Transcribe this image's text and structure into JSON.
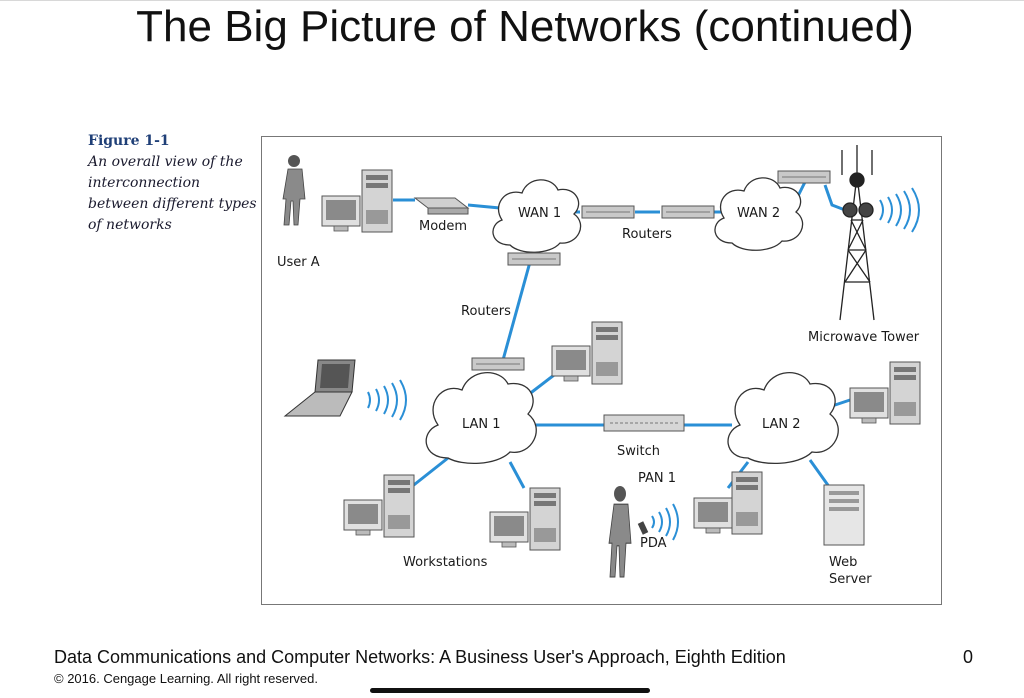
{
  "slide": {
    "title": "The Big Picture of Networks (continued)",
    "footer": "Data Communications and Computer Networks: A Business User's Approach, Eighth Edition",
    "page_number": "0",
    "copyright": "© 2016. Cengage Learning. All right reserved."
  },
  "figure": {
    "number": "Figure 1-1",
    "caption": "An overall view of the interconnection between different types of networks",
    "labels": {
      "user_a": "User A",
      "modem": "Modem",
      "wan1": "WAN 1",
      "wan2": "WAN 2",
      "routers_top": "Routers",
      "routers_left": "Routers",
      "microwave_tower": "Microwave Tower",
      "lan1": "LAN 1",
      "lan2": "LAN 2",
      "switch": "Switch",
      "pan1": "PAN 1",
      "pda": "PDA",
      "workstations": "Workstations",
      "web_server_line1": "Web",
      "web_server_line2": "Server"
    },
    "colors": {
      "link": "#2a8fd6",
      "cloud_stroke": "#333333",
      "device": "#c8c8c8"
    }
  }
}
